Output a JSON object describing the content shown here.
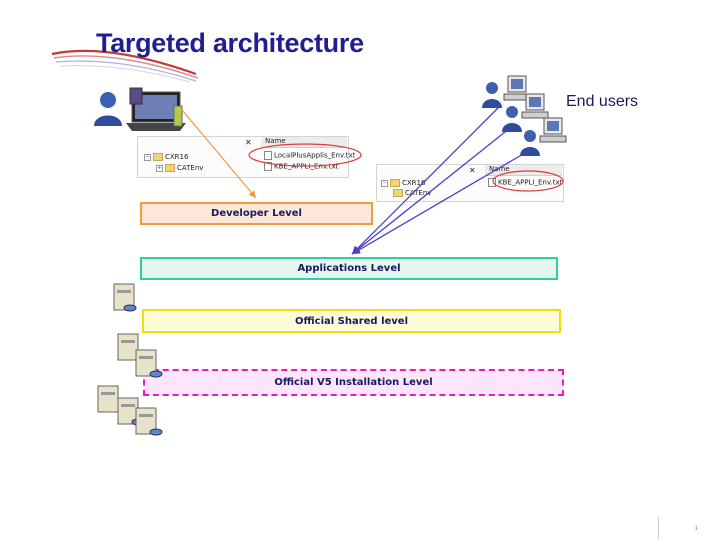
{
  "title": "Targeted architecture",
  "end_users_label": "End users",
  "levels": {
    "developer": "Developer Level",
    "applications": "Applications Level",
    "shared": "Official Shared level",
    "v5": "Official V5 Installation Level"
  },
  "panel_left": {
    "close": "✕",
    "name_header": "Name",
    "tree": [
      "CXR16",
      "CATEnv"
    ],
    "files": [
      "LocalPlusApplis_Env.txt",
      "KBE_APPLI_Env.txt"
    ]
  },
  "panel_right": {
    "close": "✕",
    "name_header": "Name",
    "tree": [
      "CXR16",
      "CATEnv"
    ],
    "files": [
      "KBE_APPLI_Env.txt"
    ]
  },
  "page_number": "1",
  "colors": {
    "title": "#1f1f8f",
    "developer_border": "#f39a3c",
    "applications_border": "#2fcfa0",
    "shared_border": "#f2dc12",
    "v5_border": "#e61cc1",
    "user_arrow": "#4a3fc8",
    "dev_arrow": "#f39a3c",
    "highlight_ellipse": "#e03a3a"
  }
}
